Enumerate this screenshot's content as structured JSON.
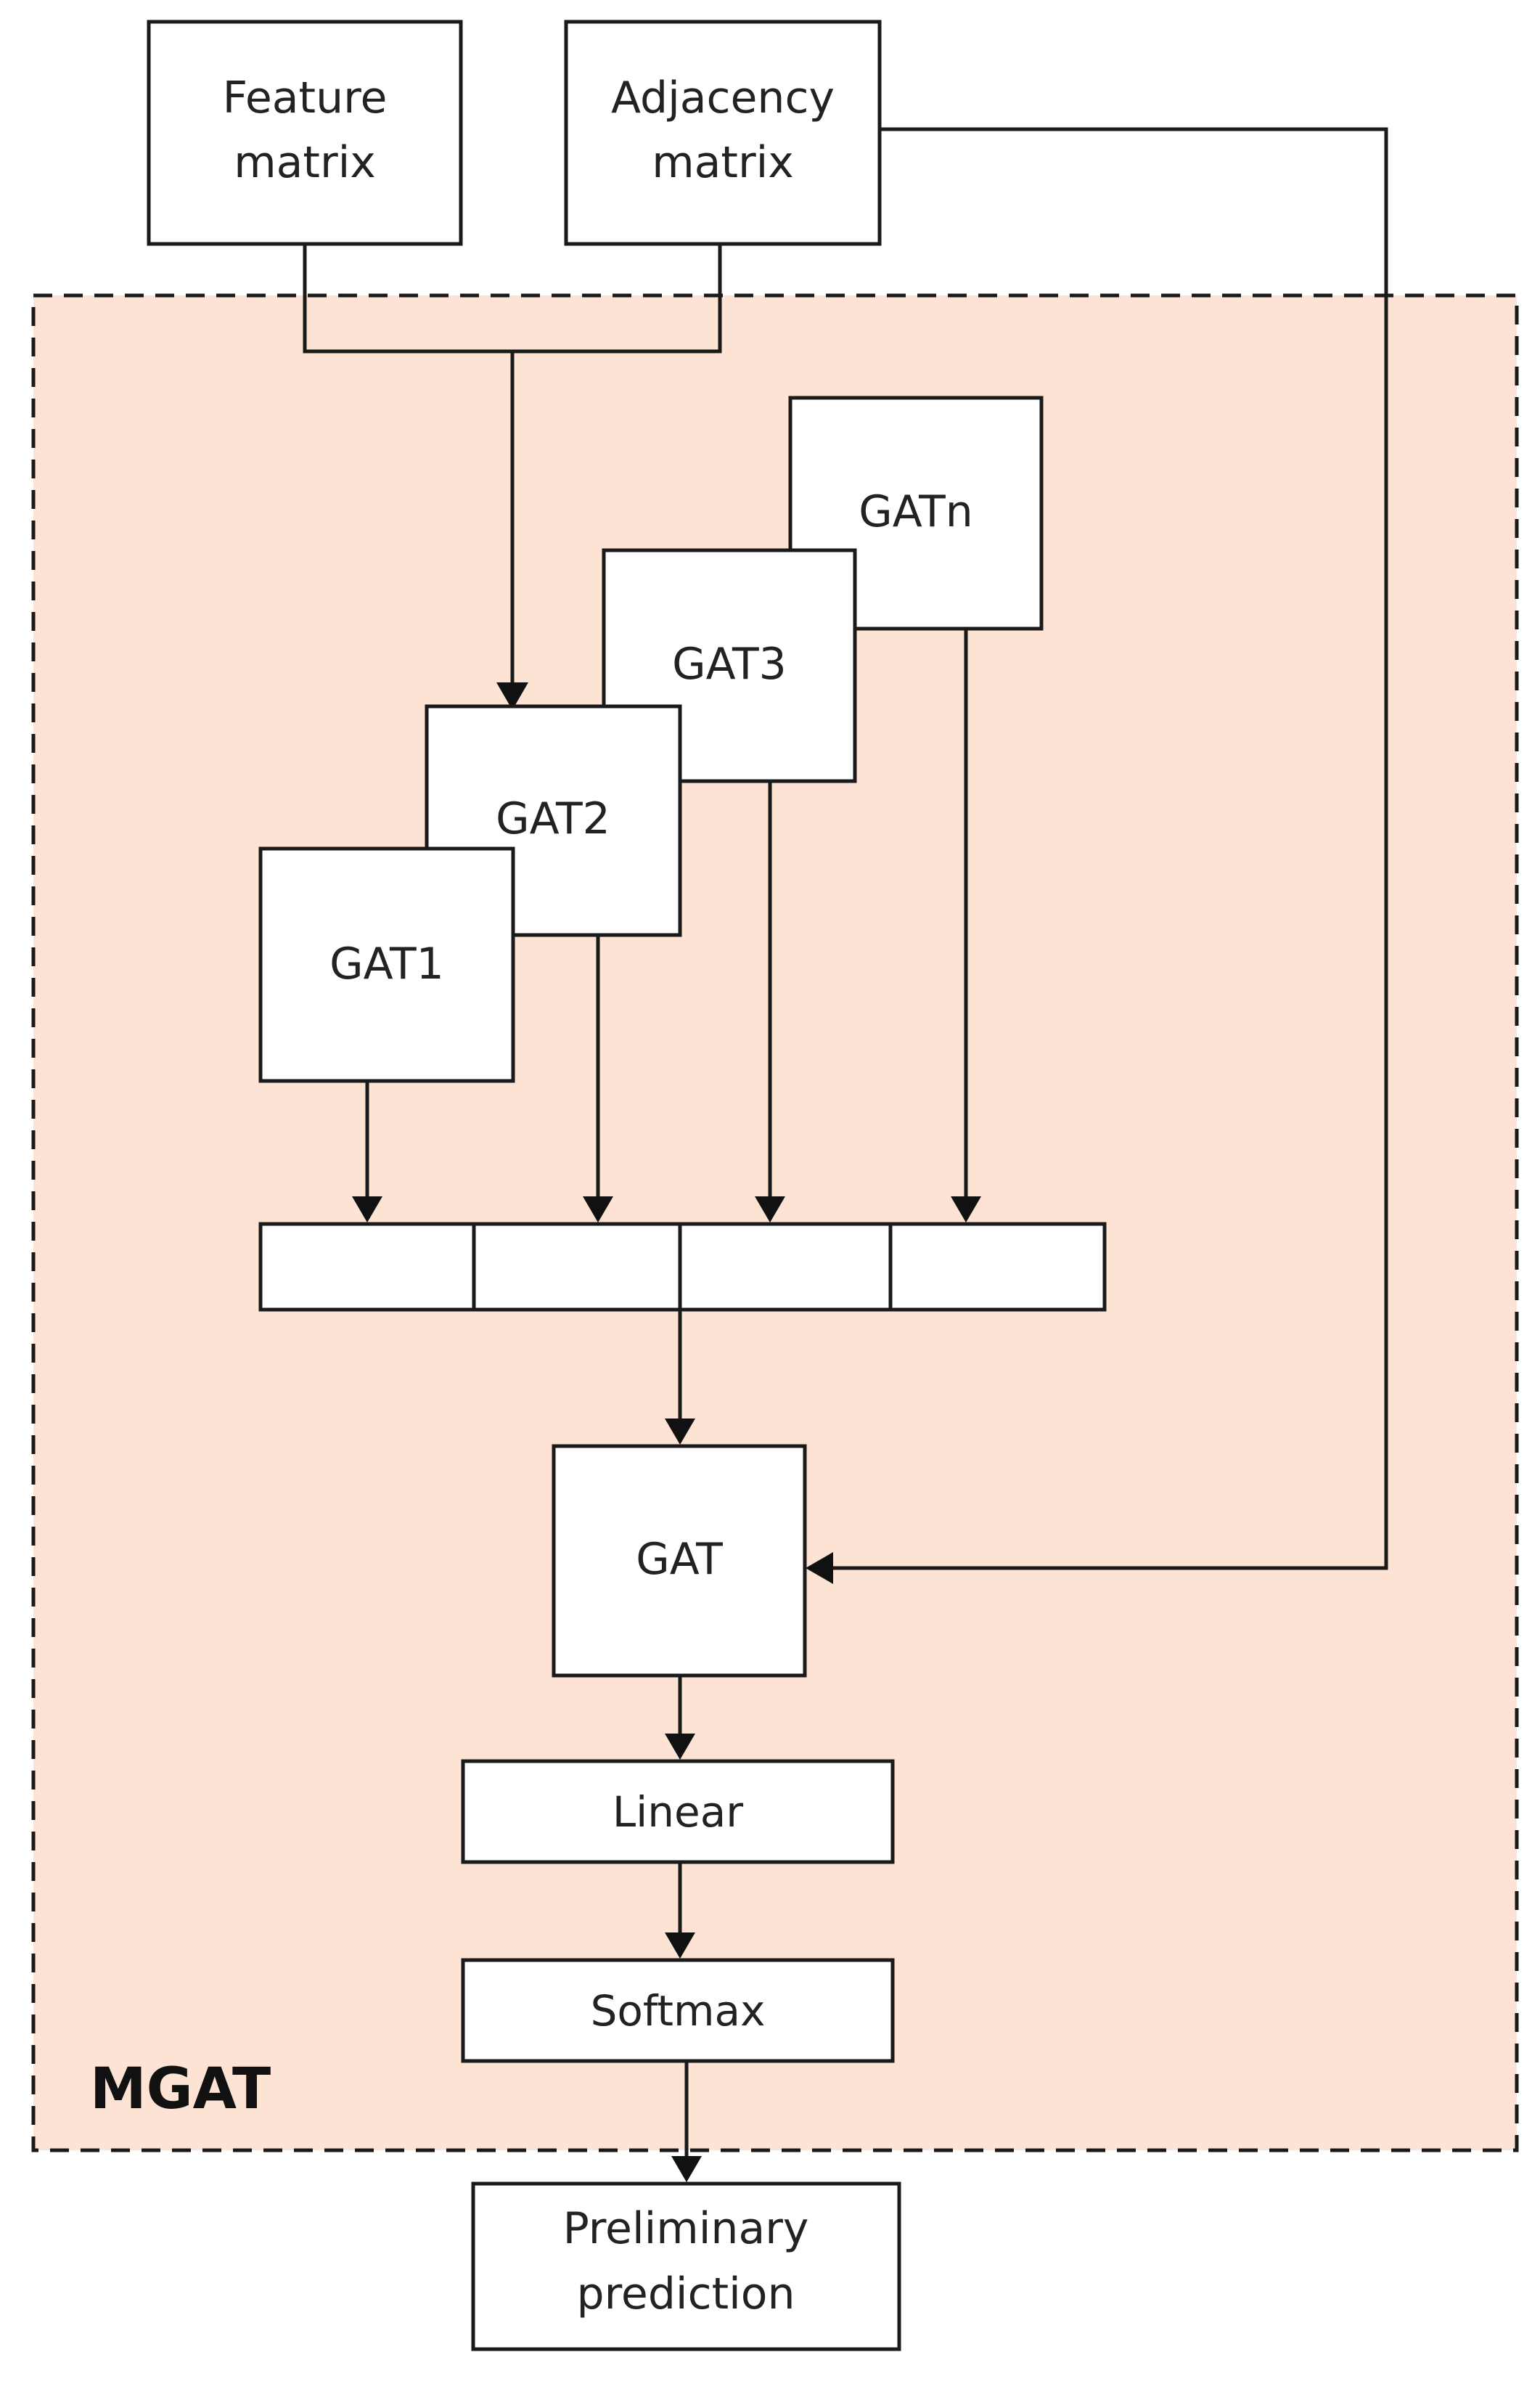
{
  "diagram": {
    "inputs": {
      "feature_line1": "Feature",
      "feature_line2": "matrix",
      "adjacency_line1": "Adjacency",
      "adjacency_line2": "matrix"
    },
    "region": {
      "label": "MGAT",
      "fill_color": "#fde3d4"
    },
    "gat_heads": [
      "GATn",
      "GAT3",
      "GAT2",
      "GAT1"
    ],
    "concat_cells": 4,
    "gat": "GAT",
    "linear": "Linear",
    "softmax": "Softmax",
    "output": {
      "line1": "Preliminary",
      "line2": "prediction"
    },
    "edges": [
      {
        "from": "Feature matrix",
        "to": "GAT2"
      },
      {
        "from": "Adjacency matrix",
        "to": "GAT2"
      },
      {
        "from": "Adjacency matrix",
        "to": "GAT"
      },
      {
        "from": "GAT1",
        "to": "concat"
      },
      {
        "from": "GAT2",
        "to": "concat"
      },
      {
        "from": "GAT3",
        "to": "concat"
      },
      {
        "from": "GATn",
        "to": "concat"
      },
      {
        "from": "concat",
        "to": "GAT"
      },
      {
        "from": "GAT",
        "to": "Linear"
      },
      {
        "from": "Linear",
        "to": "Softmax"
      },
      {
        "from": "Softmax",
        "to": "Preliminary prediction"
      }
    ]
  }
}
